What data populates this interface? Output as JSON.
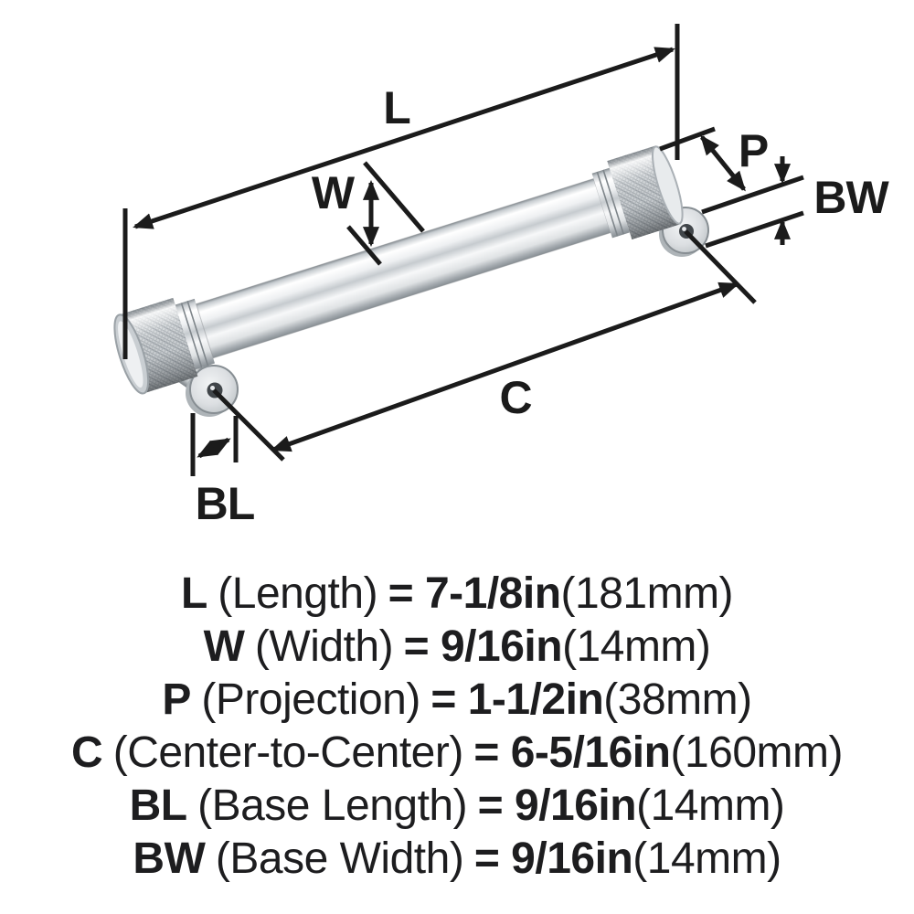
{
  "colors": {
    "background": "#ffffff",
    "line": "#1b1b1b",
    "text": "#1d1d1f",
    "metal_light": "#f4f6f7",
    "metal_dark": "#878e93"
  },
  "diagram": {
    "callouts": {
      "length": "L",
      "width": "W",
      "projection": "P",
      "base_width": "BW",
      "center_to_center": "C",
      "base_length": "BL"
    }
  },
  "specs": [
    {
      "symbol": "L",
      "name": "(Length)",
      "value": "= 7-1/8in",
      "metric": "(181mm)"
    },
    {
      "symbol": "W",
      "name": "(Width)",
      "value": "= 9/16in",
      "metric": "(14mm)"
    },
    {
      "symbol": "P",
      "name": "(Projection)",
      "value": "= 1-1/2in",
      "metric": "(38mm)"
    },
    {
      "symbol": "C",
      "name": "(Center-to-Center)",
      "value": "= 6-5/16in",
      "metric": "(160mm)"
    },
    {
      "symbol": "BL",
      "name": "(Base Length)",
      "value": "= 9/16in",
      "metric": "(14mm)"
    },
    {
      "symbol": "BW",
      "name": "(Base Width)",
      "value": "= 9/16in",
      "metric": "(14mm)"
    }
  ]
}
